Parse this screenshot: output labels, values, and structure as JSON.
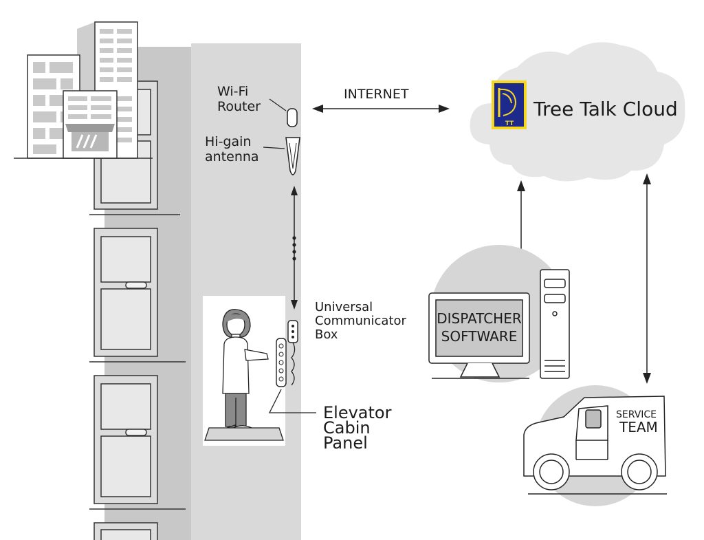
{
  "labels": {
    "internet": "INTERNET",
    "wifi_router": [
      "Wi-Fi",
      "Router"
    ],
    "antenna": [
      "Hi-gain",
      "antenna"
    ],
    "communicator": [
      "Universal",
      "Communicator",
      "Box"
    ],
    "cabin_panel": [
      "Elevator",
      "Cabin",
      "Panel"
    ],
    "cloud": "Tree Talk Cloud",
    "logo_letters": "TT",
    "dispatcher": [
      "DISPATCHER",
      "SOFTWARE"
    ],
    "service": [
      "SERVICE",
      "TEAM"
    ]
  },
  "icons": {
    "buildings": "city-buildings-icon",
    "router": "wifi-router-icon",
    "antenna": "antenna-icon",
    "person": "person-icon",
    "cloud": "cloud-icon",
    "logo": "tree-talk-logo",
    "computer": "computer-icon",
    "van": "service-van-icon"
  },
  "colors": {
    "shaft_light": "#d9d9d9",
    "shaft_dark": "#c4c4c4",
    "cloud": "#e6e6e6",
    "logo_bg": "#1d2a8c",
    "logo_accent": "#f5d623",
    "line": "#1a1a1a"
  }
}
